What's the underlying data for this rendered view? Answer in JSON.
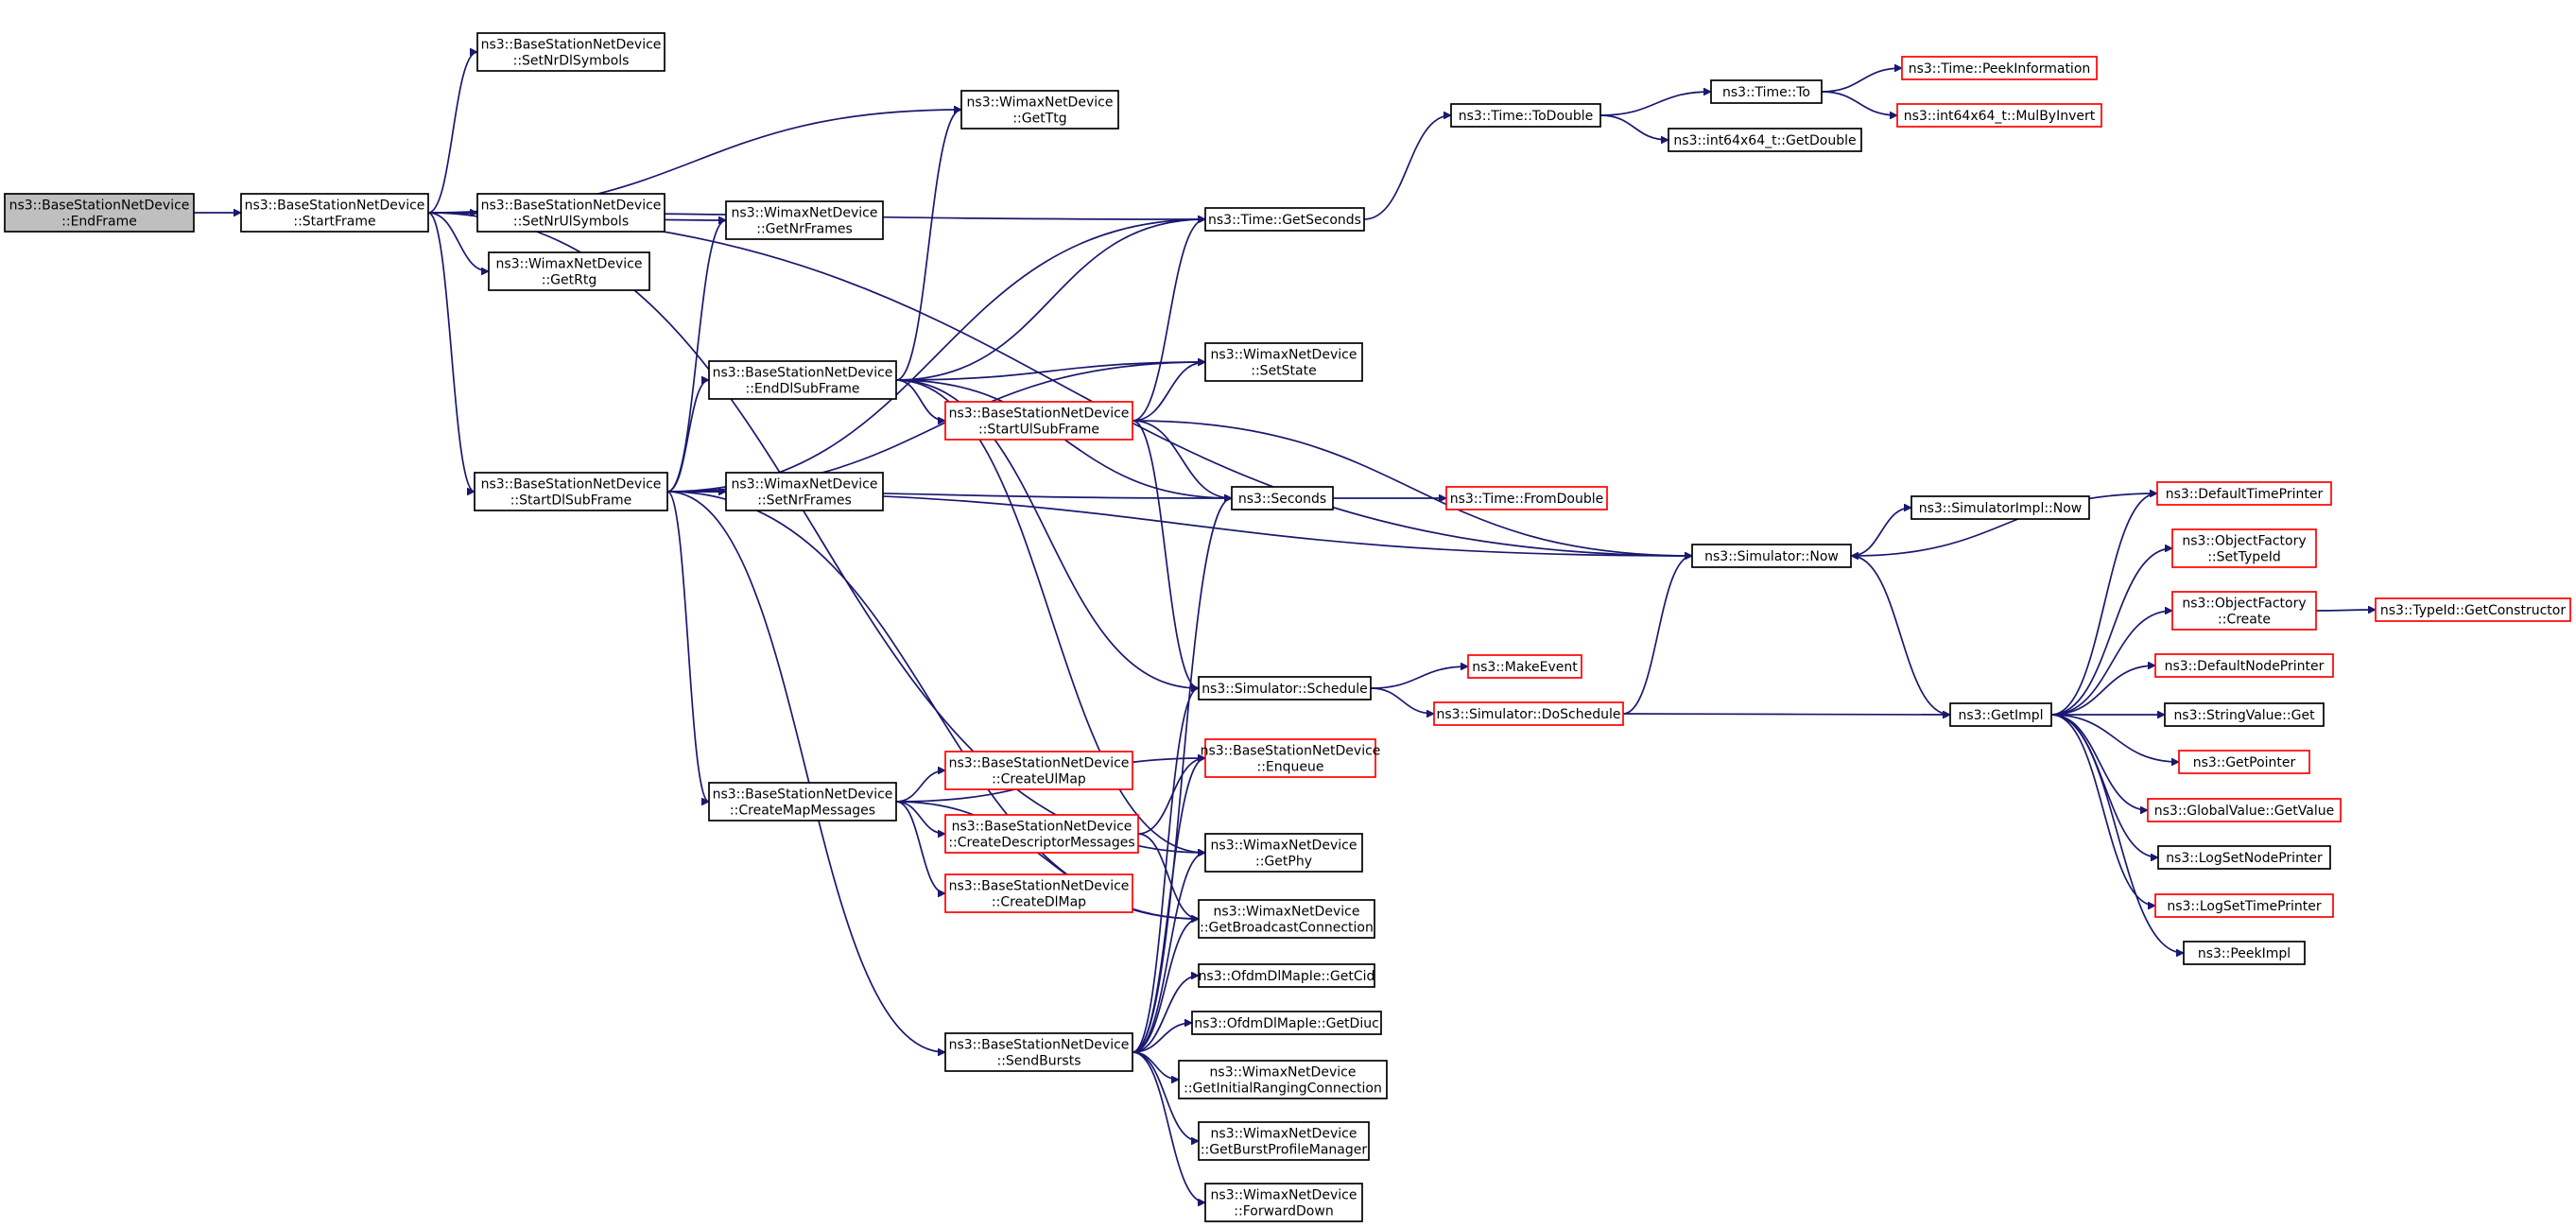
{
  "nodes": {
    "n_endframe": {
      "lines": [
        "ns3::BaseStationNetDevice",
        "::EndFrame"
      ],
      "style": "root"
    },
    "n_startframe": {
      "lines": [
        "ns3::BaseStationNetDevice",
        "::StartFrame"
      ],
      "style": "black"
    },
    "n_setnrdl": {
      "lines": [
        "ns3::BaseStationNetDevice",
        "::SetNrDlSymbols"
      ],
      "style": "black"
    },
    "n_setnrul": {
      "lines": [
        "ns3::BaseStationNetDevice",
        "::SetNrUlSymbols"
      ],
      "style": "black"
    },
    "n_getrtg": {
      "lines": [
        "ns3::WimaxNetDevice",
        "::GetRtg"
      ],
      "style": "black"
    },
    "n_startdl": {
      "lines": [
        "ns3::BaseStationNetDevice",
        "::StartDlSubFrame"
      ],
      "style": "black"
    },
    "n_getttg": {
      "lines": [
        "ns3::WimaxNetDevice",
        "::GetTtg"
      ],
      "style": "black"
    },
    "n_getnrframes": {
      "lines": [
        "ns3::WimaxNetDevice",
        "::GetNrFrames"
      ],
      "style": "black"
    },
    "n_enddl": {
      "lines": [
        "ns3::BaseStationNetDevice",
        "::EndDlSubFrame"
      ],
      "style": "black"
    },
    "n_setnrframes": {
      "lines": [
        "ns3::WimaxNetDevice",
        "::SetNrFrames"
      ],
      "style": "black"
    },
    "n_createmap": {
      "lines": [
        "ns3::BaseStationNetDevice",
        "::CreateMapMessages"
      ],
      "style": "black"
    },
    "n_sendbursts": {
      "lines": [
        "ns3::BaseStationNetDevice",
        "::SendBursts"
      ],
      "style": "black"
    },
    "n_startul": {
      "lines": [
        "ns3::BaseStationNetDevice",
        "::StartUlSubFrame"
      ],
      "style": "red"
    },
    "n_createulmap": {
      "lines": [
        "ns3::BaseStationNetDevice",
        "::CreateUlMap"
      ],
      "style": "red"
    },
    "n_createdesc": {
      "lines": [
        "ns3::BaseStationNetDevice",
        "::CreateDescriptorMessages"
      ],
      "style": "red"
    },
    "n_createdlmap": {
      "lines": [
        "ns3::BaseStationNetDevice",
        "::CreateDlMap"
      ],
      "style": "red"
    },
    "n_getseconds": {
      "lines": [
        "ns3::Time::GetSeconds"
      ],
      "style": "black"
    },
    "n_setstate": {
      "lines": [
        "ns3::WimaxNetDevice",
        "::SetState"
      ],
      "style": "black"
    },
    "n_seconds": {
      "lines": [
        "ns3::Seconds"
      ],
      "style": "black"
    },
    "n_schedule": {
      "lines": [
        "ns3::Simulator::Schedule"
      ],
      "style": "black"
    },
    "n_enqueue": {
      "lines": [
        "ns3::BaseStationNetDevice",
        "::Enqueue"
      ],
      "style": "red"
    },
    "n_getphy": {
      "lines": [
        "ns3::WimaxNetDevice",
        "::GetPhy"
      ],
      "style": "black"
    },
    "n_getbcast": {
      "lines": [
        "ns3::WimaxNetDevice",
        "::GetBroadcastConnection"
      ],
      "style": "black"
    },
    "n_getcid": {
      "lines": [
        "ns3::OfdmDlMapIe::GetCid"
      ],
      "style": "black"
    },
    "n_getdiuc": {
      "lines": [
        "ns3::OfdmDlMapIe::GetDiuc"
      ],
      "style": "black"
    },
    "n_getinitrng": {
      "lines": [
        "ns3::WimaxNetDevice",
        "::GetInitialRangingConnection"
      ],
      "style": "black"
    },
    "n_getburstprof": {
      "lines": [
        "ns3::WimaxNetDevice",
        "::GetBurstProfileManager"
      ],
      "style": "black"
    },
    "n_forwarddown": {
      "lines": [
        "ns3::WimaxNetDevice",
        "::ForwardDown"
      ],
      "style": "black"
    },
    "n_todouble": {
      "lines": [
        "ns3::Time::ToDouble"
      ],
      "style": "black"
    },
    "n_fromdouble": {
      "lines": [
        "ns3::Time::FromDouble"
      ],
      "style": "red"
    },
    "n_makeevent": {
      "lines": [
        "ns3::MakeEvent"
      ],
      "style": "red"
    },
    "n_doschedule": {
      "lines": [
        "ns3::Simulator::DoSchedule"
      ],
      "style": "red"
    },
    "n_timeto": {
      "lines": [
        "ns3::Time::To"
      ],
      "style": "black"
    },
    "n_getdouble": {
      "lines": [
        "ns3::int64x64_t::GetDouble"
      ],
      "style": "black"
    },
    "n_peekinfo": {
      "lines": [
        "ns3::Time::PeekInformation"
      ],
      "style": "red"
    },
    "n_mulbyinvert": {
      "lines": [
        "ns3::int64x64_t::MulByInvert"
      ],
      "style": "red"
    },
    "n_simnow": {
      "lines": [
        "ns3::Simulator::Now"
      ],
      "style": "black"
    },
    "n_simimplnow": {
      "lines": [
        "ns3::SimulatorImpl::Now"
      ],
      "style": "black"
    },
    "n_getimpl": {
      "lines": [
        "ns3::GetImpl"
      ],
      "style": "black"
    },
    "n_deftimeprinter": {
      "lines": [
        "ns3::DefaultTimePrinter"
      ],
      "style": "red"
    },
    "n_settypeid": {
      "lines": [
        "ns3::ObjectFactory",
        "::SetTypeId"
      ],
      "style": "red"
    },
    "n_ofcreate": {
      "lines": [
        "ns3::ObjectFactory",
        "::Create"
      ],
      "style": "red"
    },
    "n_getconstructor": {
      "lines": [
        "ns3::TypeId::GetConstructor"
      ],
      "style": "red"
    },
    "n_defnodeprinter": {
      "lines": [
        "ns3::DefaultNodePrinter"
      ],
      "style": "red"
    },
    "n_strvalget": {
      "lines": [
        "ns3::StringValue::Get"
      ],
      "style": "black"
    },
    "n_getpointer": {
      "lines": [
        "ns3::GetPointer"
      ],
      "style": "red"
    },
    "n_gvgetvalue": {
      "lines": [
        "ns3::GlobalValue::GetValue"
      ],
      "style": "red"
    },
    "n_logsetnode": {
      "lines": [
        "ns3::LogSetNodePrinter"
      ],
      "style": "black"
    },
    "n_logsettime": {
      "lines": [
        "ns3::LogSetTimePrinter"
      ],
      "style": "red"
    },
    "n_peekimpl": {
      "lines": [
        "ns3::PeekImpl"
      ],
      "style": "black"
    }
  },
  "edges": [
    [
      "n_endframe",
      "n_startframe"
    ],
    [
      "n_startframe",
      "n_setnrdl"
    ],
    [
      "n_startframe",
      "n_getttg"
    ],
    [
      "n_startframe",
      "n_getseconds"
    ],
    [
      "n_startframe",
      "n_getnrframes"
    ],
    [
      "n_startframe",
      "n_setnrul"
    ],
    [
      "n_startframe",
      "n_getrtg"
    ],
    [
      "n_startframe",
      "n_simnow"
    ],
    [
      "n_startframe",
      "n_startdl"
    ],
    [
      "n_startframe",
      "n_getphy"
    ],
    [
      "n_startdl",
      "n_getnrframes"
    ],
    [
      "n_startdl",
      "n_enddl"
    ],
    [
      "n_startdl",
      "n_setnrframes"
    ],
    [
      "n_startdl",
      "n_getseconds"
    ],
    [
      "n_startdl",
      "n_setstate"
    ],
    [
      "n_startdl",
      "n_seconds"
    ],
    [
      "n_startdl",
      "n_simnow"
    ],
    [
      "n_startdl",
      "n_createmap"
    ],
    [
      "n_startdl",
      "n_sendbursts"
    ],
    [
      "n_startdl",
      "n_getbcast"
    ],
    [
      "n_enddl",
      "n_getttg"
    ],
    [
      "n_enddl",
      "n_getseconds"
    ],
    [
      "n_enddl",
      "n_setstate"
    ],
    [
      "n_enddl",
      "n_startul"
    ],
    [
      "n_enddl",
      "n_seconds"
    ],
    [
      "n_enddl",
      "n_schedule"
    ],
    [
      "n_enddl",
      "n_getphy"
    ],
    [
      "n_startul",
      "n_getseconds"
    ],
    [
      "n_startul",
      "n_setstate"
    ],
    [
      "n_startul",
      "n_seconds"
    ],
    [
      "n_startul",
      "n_simnow"
    ],
    [
      "n_startul",
      "n_schedule"
    ],
    [
      "n_createmap",
      "n_createulmap"
    ],
    [
      "n_createmap",
      "n_createdesc"
    ],
    [
      "n_createmap",
      "n_createdlmap"
    ],
    [
      "n_createmap",
      "n_enqueue"
    ],
    [
      "n_createmap",
      "n_getbcast"
    ],
    [
      "n_createdesc",
      "n_enqueue"
    ],
    [
      "n_createdesc",
      "n_getbcast"
    ],
    [
      "n_sendbursts",
      "n_seconds"
    ],
    [
      "n_sendbursts",
      "n_schedule"
    ],
    [
      "n_sendbursts",
      "n_enqueue"
    ],
    [
      "n_sendbursts",
      "n_getphy"
    ],
    [
      "n_sendbursts",
      "n_getbcast"
    ],
    [
      "n_sendbursts",
      "n_getcid"
    ],
    [
      "n_sendbursts",
      "n_getdiuc"
    ],
    [
      "n_sendbursts",
      "n_getinitrng"
    ],
    [
      "n_sendbursts",
      "n_getburstprof"
    ],
    [
      "n_sendbursts",
      "n_forwarddown"
    ],
    [
      "n_getseconds",
      "n_todouble"
    ],
    [
      "n_todouble",
      "n_timeto"
    ],
    [
      "n_todouble",
      "n_getdouble"
    ],
    [
      "n_timeto",
      "n_peekinfo"
    ],
    [
      "n_timeto",
      "n_mulbyinvert"
    ],
    [
      "n_seconds",
      "n_fromdouble"
    ],
    [
      "n_schedule",
      "n_makeevent"
    ],
    [
      "n_schedule",
      "n_doschedule"
    ],
    [
      "n_doschedule",
      "n_simnow"
    ],
    [
      "n_doschedule",
      "n_getimpl"
    ],
    [
      "n_simnow",
      "n_simimplnow"
    ],
    [
      "n_simnow",
      "n_getimpl"
    ],
    [
      "n_getimpl",
      "n_deftimeprinter"
    ],
    [
      "n_getimpl",
      "n_settypeid"
    ],
    [
      "n_getimpl",
      "n_ofcreate"
    ],
    [
      "n_getimpl",
      "n_defnodeprinter"
    ],
    [
      "n_getimpl",
      "n_strvalget"
    ],
    [
      "n_getimpl",
      "n_getpointer"
    ],
    [
      "n_getimpl",
      "n_gvgetvalue"
    ],
    [
      "n_getimpl",
      "n_logsetnode"
    ],
    [
      "n_getimpl",
      "n_logsettime"
    ],
    [
      "n_getimpl",
      "n_peekimpl"
    ],
    [
      "n_ofcreate",
      "n_getconstructor"
    ],
    [
      "n_deftimeprinter",
      "n_simnow"
    ]
  ],
  "colors": {
    "edge": "#191970",
    "external_border": "#ff0000",
    "root_fill": "#bfbfbf"
  }
}
